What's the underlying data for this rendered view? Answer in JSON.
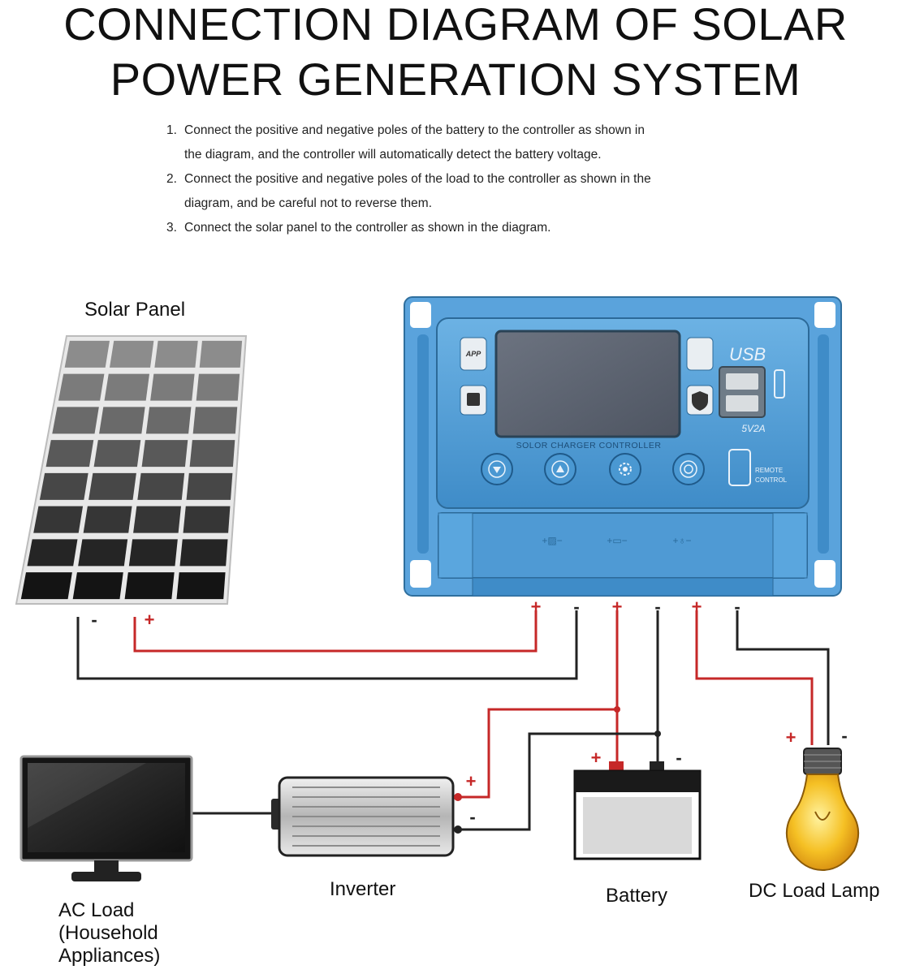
{
  "title": {
    "line1": "CONNECTION DIAGRAM OF SOLAR",
    "line2": "POWER GENERATION SYSTEM"
  },
  "steps": [
    {
      "num": "1.",
      "lines": [
        "Connect the positive and negative poles of the battery to the controller as shown in",
        "the diagram, and the controller will automatically detect the battery voltage."
      ]
    },
    {
      "num": "2.",
      "lines": [
        "Connect the positive and negative poles of the load to the controller as shown in the",
        "diagram, and be careful not to reverse them."
      ]
    },
    {
      "num": "3.",
      "lines": [
        "Connect the solar panel to the controller as shown in the diagram."
      ]
    }
  ],
  "labels": {
    "solar_panel": "Solar Panel",
    "inverter": "Inverter",
    "battery": "Battery",
    "dc_load_lamp": "DC Load Lamp",
    "ac_load_line1": "AC Load",
    "ac_load_line2": "(Household",
    "ac_load_line3": "Appliances)"
  },
  "controller": {
    "name": "SOLOR CHARGER CONTROLLER",
    "usb_label": "USB",
    "usb_rating": "5V2A",
    "app_button": "APP",
    "remote_label_1": "REMOTE",
    "remote_label_2": "CONTROL"
  },
  "polarity": {
    "plus": "+",
    "minus": "-"
  },
  "colors": {
    "positive_wire": "#c62828",
    "negative_wire": "#222222",
    "controller_body": "#4a9ad6",
    "lcd_screen": "#5b6270",
    "lamp_glass": "#f2b21a"
  }
}
